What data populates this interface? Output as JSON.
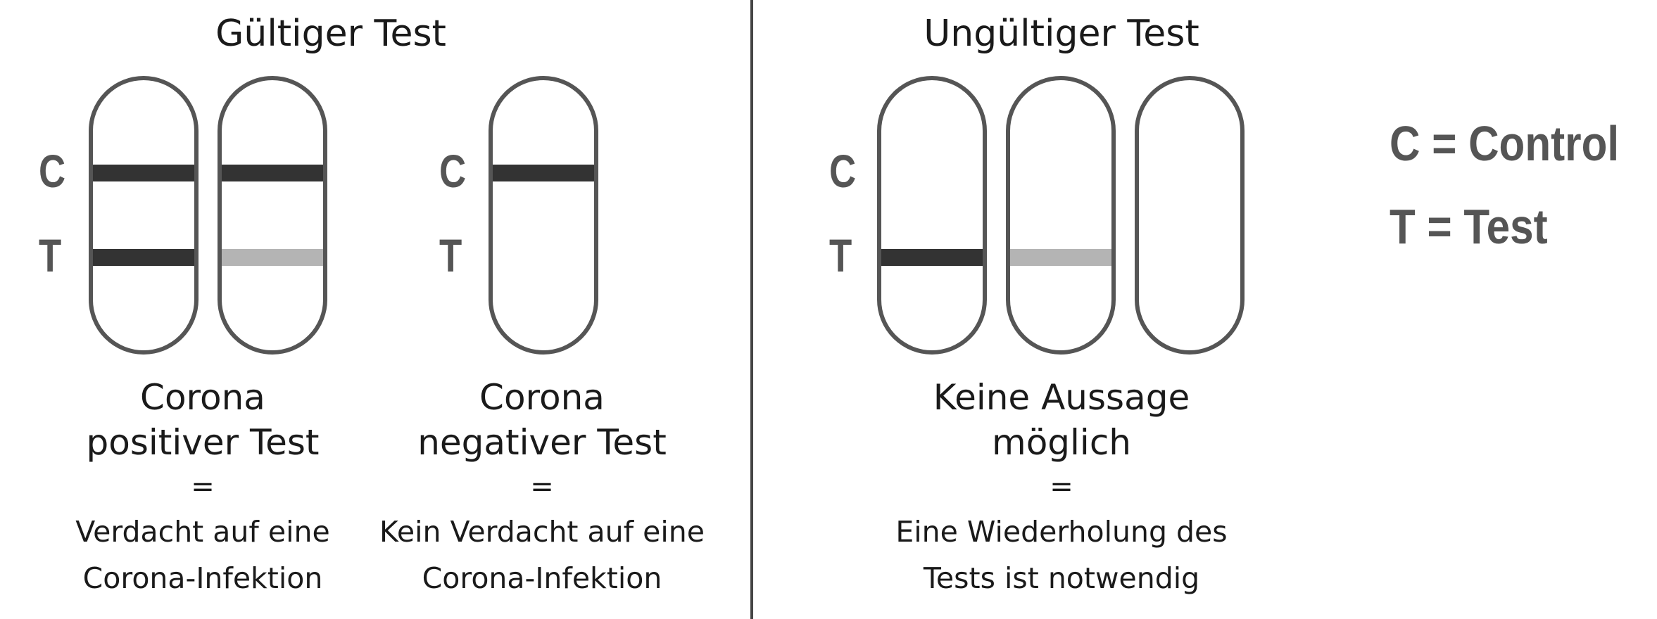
{
  "valid": {
    "title": "Gültiger Test",
    "positive": {
      "line1": "Corona",
      "line2": "positiver Test",
      "equals": "=",
      "desc1": "Verdacht auf eine",
      "desc2": "Corona-Infektion"
    },
    "negative": {
      "line1": "Corona",
      "line2": "negativer Test",
      "equals": "=",
      "desc1": "Kein Verdacht auf eine",
      "desc2": "Corona-Infektion"
    }
  },
  "invalid": {
    "title": "Ungültiger Test",
    "result": {
      "line1": "Keine Aussage",
      "line2": "möglich",
      "equals": "=",
      "desc1": "Eine Wiederholung des",
      "desc2": "Tests ist notwendig"
    }
  },
  "markers": {
    "c": "C",
    "t": "T"
  },
  "legend": {
    "c": "C = Control",
    "t": "T = Test"
  },
  "colors": {
    "strong_band": "#333333",
    "faint_band": "#b4b4b4",
    "outline": "#555555"
  }
}
